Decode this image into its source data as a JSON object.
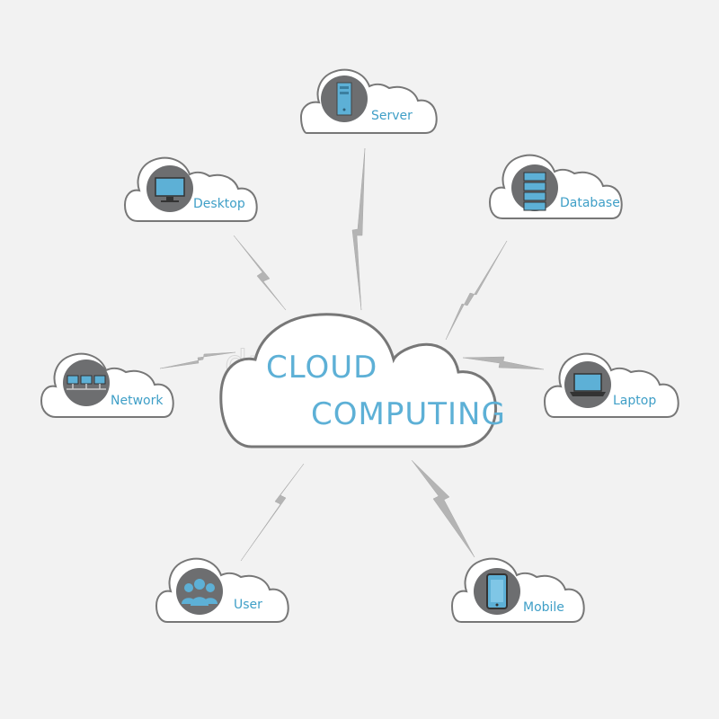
{
  "center": {
    "line1": "CLOUD",
    "line2": "COMPUTING"
  },
  "watermark": "dreamstime",
  "nodes": [
    {
      "id": "server",
      "label": "Server",
      "icon": "server-icon"
    },
    {
      "id": "desktop",
      "label": "Desktop",
      "icon": "desktop-icon"
    },
    {
      "id": "database",
      "label": "Database",
      "icon": "database-icon"
    },
    {
      "id": "network",
      "label": "Network",
      "icon": "network-icon"
    },
    {
      "id": "laptop",
      "label": "Laptop",
      "icon": "laptop-icon"
    },
    {
      "id": "user",
      "label": "User",
      "icon": "user-icon"
    },
    {
      "id": "mobile",
      "label": "Mobile",
      "icon": "mobile-icon"
    }
  ],
  "colors": {
    "background": "#f2f2f2",
    "cloud_fill": "#ffffff",
    "cloud_outline": "#777777",
    "icon_circle": "#6d6e70",
    "icon_accent": "#5db0d6",
    "label_text": "#3f9fc7",
    "lightning": "#b4b4b4"
  }
}
